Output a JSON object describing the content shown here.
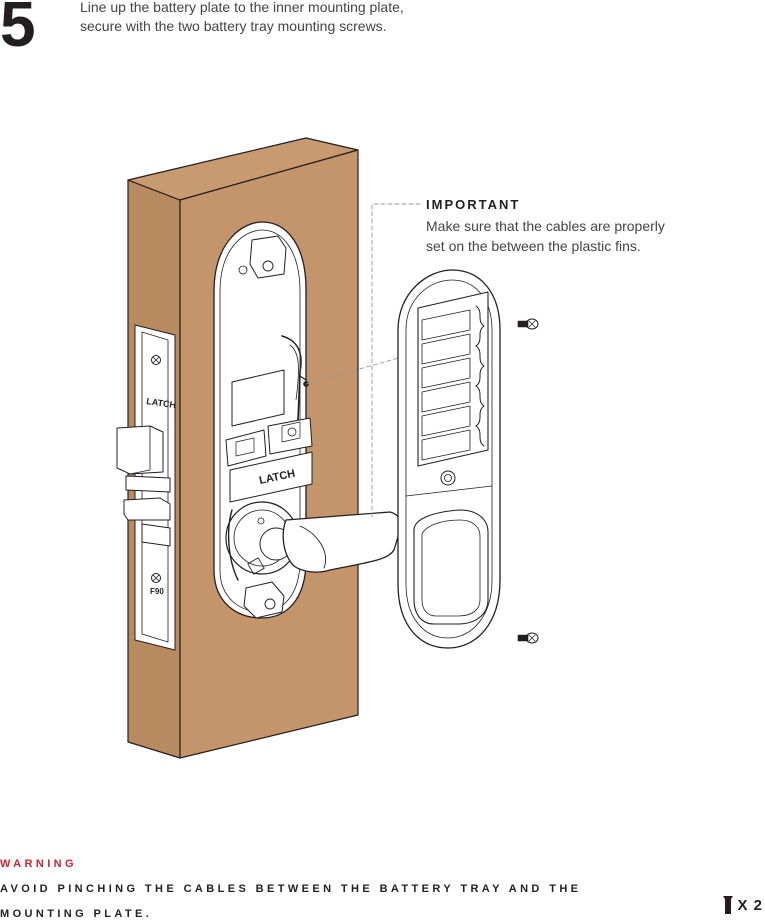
{
  "step": {
    "number": "5",
    "instructions": [
      "Line up the battery plate to the inner mounting plate,",
      "secure with the two battery tray mounting screws."
    ]
  },
  "callout": {
    "title": "IMPORTANT",
    "body": [
      "Make sure that the cables are properly",
      "set on the between the plastic fins."
    ]
  },
  "labels": {
    "mortise_brand": "LATCH",
    "plate_brand": "LATCH",
    "mortise_mark": "F90"
  },
  "warning": {
    "title": "WARNING",
    "lines": [
      "AVOID PINCHING THE CABLES BETWEEN THE BATTERY TRAY AND THE",
      "MOUNTING PLATE."
    ],
    "title_color": "#d2232a"
  },
  "quantity": {
    "icon": "screw-icon",
    "text": "X 2"
  },
  "colors": {
    "door": "#c4956a",
    "outline": "#231f20"
  }
}
